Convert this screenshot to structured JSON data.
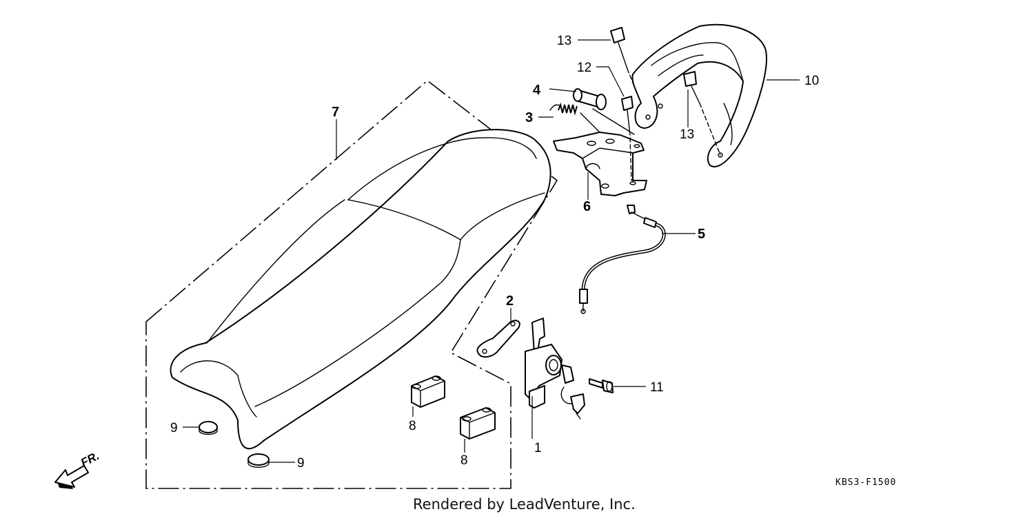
{
  "diagram_code": "KBS3-F1500",
  "credit": "Rendered by LeadVenture, Inc.",
  "direction_label": "FR.",
  "callouts": {
    "c1": "1",
    "c2": "2",
    "c3": "3",
    "c4": "4",
    "c5": "5",
    "c6": "6",
    "c7": "7",
    "c8a": "8",
    "c8b": "8",
    "c9a": "9",
    "c9b": "9",
    "c10": "10",
    "c11": "11",
    "c12": "12",
    "c13a": "13",
    "c13b": "13"
  },
  "icons": {
    "direction": "arrow-left-down-icon"
  }
}
